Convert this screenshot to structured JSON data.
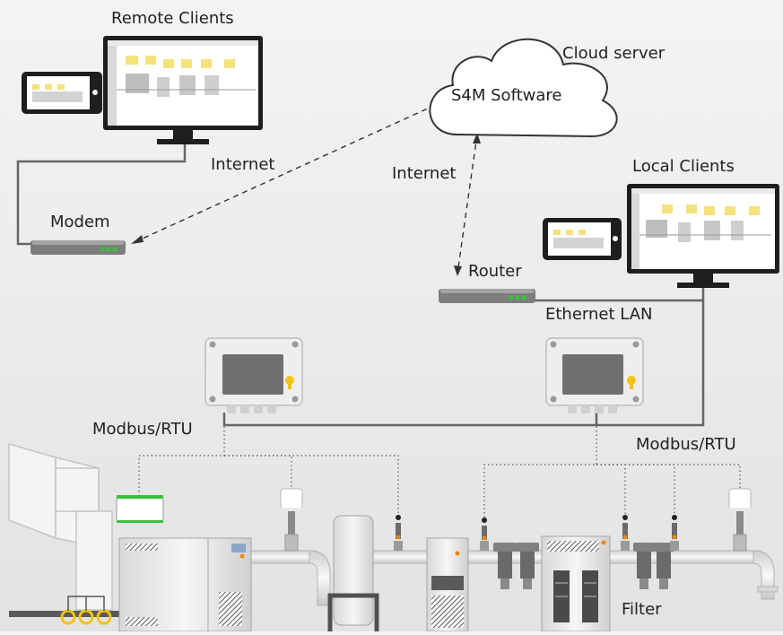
{
  "labels": {
    "remote_clients": "Remote Clients",
    "cloud_server": "Cloud server",
    "s4m_software": "S4M Software",
    "internet_left": "Internet",
    "internet_right": "Internet",
    "modem": "Modem",
    "router": "Router",
    "local_clients": "Local Clients",
    "ethernet_lan": "Ethernet LAN",
    "modbus_left": "Modbus/RTU",
    "modbus_right": "Modbus/RTU",
    "filter": "Filter"
  },
  "colors": {
    "device_led": "#37c23a",
    "sensor_tip": "#e98a17",
    "yellow_lock": "#f2c40f",
    "rings": "#f2c40f",
    "cable": "#555555",
    "dashed": "#333333"
  }
}
